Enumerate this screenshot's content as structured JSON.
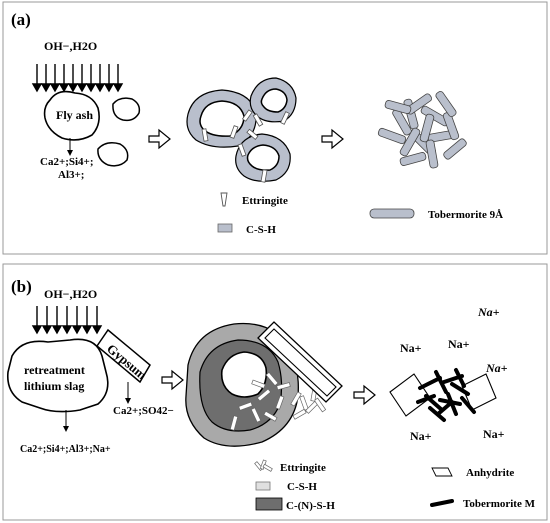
{
  "panel_a": {
    "label": "(a)",
    "reagents": "OH−,H2O",
    "fly_ash": "Fly ash",
    "ions_line1": "Ca2+;Si4+;",
    "ions_line2": "Al3+;",
    "legend_ettringite": "Ettringite",
    "legend_csh": "C-S-H",
    "legend_tobermorite": "Tobermorite 9Å"
  },
  "panel_b": {
    "label": "(b)",
    "reagents": "OH−,H2O",
    "slag_line1": "retreatment",
    "slag_line2": "lithium slag",
    "gypsum": "Gypsum",
    "ca_so4": "Ca2+;SO42−",
    "ions_bottom": "Ca2+;Si4+;Al3+;Na+",
    "na_label": "Na+",
    "legend_ettringite": "Ettringite",
    "legend_csh": "C-S-H",
    "legend_cnsh": "C-(N)-S-H",
    "legend_anhydrite": "Anhydrite",
    "legend_tobermorite_m": "Tobermorite M"
  },
  "colors": {
    "csh_gray": "#b9bfcc",
    "cnsh_dark": "#6e6e6e",
    "halo_gray": "#a9a9a9",
    "frame": "#999999"
  }
}
